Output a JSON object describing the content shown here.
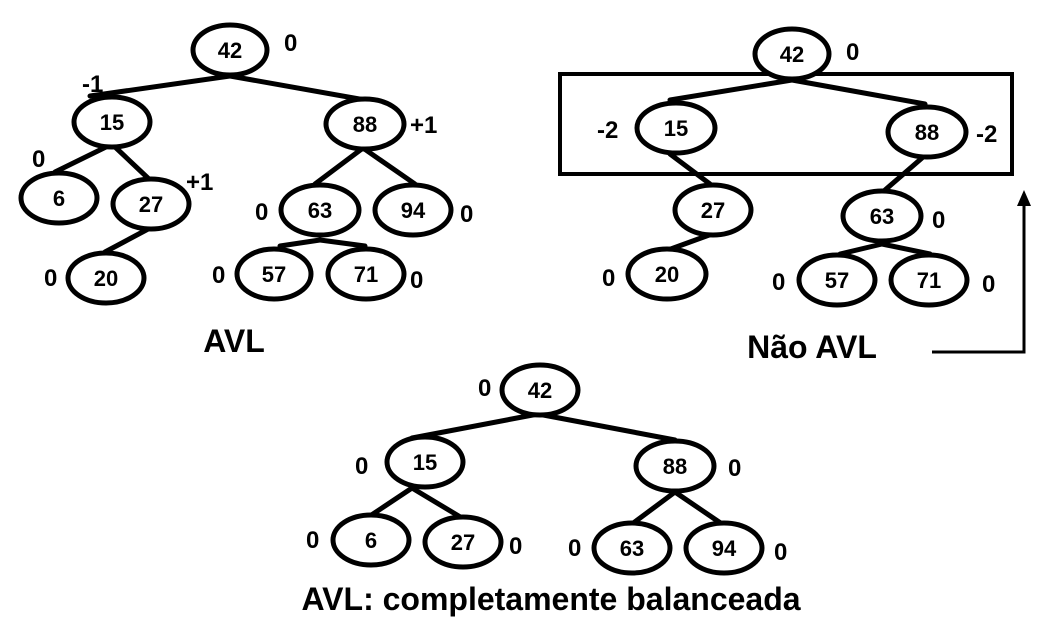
{
  "trees": [
    {
      "caption": "AVL",
      "nodes": [
        {
          "id": "t1-42",
          "key": "42",
          "balance": "0"
        },
        {
          "id": "t1-15",
          "key": "15",
          "balance": "-1"
        },
        {
          "id": "t1-88",
          "key": "88",
          "balance": "+1"
        },
        {
          "id": "t1-6",
          "key": "6",
          "balance": "0"
        },
        {
          "id": "t1-27",
          "key": "27",
          "balance": "+1"
        },
        {
          "id": "t1-63",
          "key": "63",
          "balance": "0"
        },
        {
          "id": "t1-94",
          "key": "94",
          "balance": "0"
        },
        {
          "id": "t1-20",
          "key": "20",
          "balance": "0"
        },
        {
          "id": "t1-57",
          "key": "57",
          "balance": "0"
        },
        {
          "id": "t1-71",
          "key": "71",
          "balance": "0"
        }
      ]
    },
    {
      "caption": "Não AVL",
      "nodes": [
        {
          "id": "t2-42",
          "key": "42",
          "balance": "0"
        },
        {
          "id": "t2-15",
          "key": "15",
          "balance": "-2"
        },
        {
          "id": "t2-88",
          "key": "88",
          "balance": "-2"
        },
        {
          "id": "t2-27",
          "key": "27",
          "balance": ""
        },
        {
          "id": "t2-63",
          "key": "63",
          "balance": "0"
        },
        {
          "id": "t2-20",
          "key": "20",
          "balance": "0"
        },
        {
          "id": "t2-57",
          "key": "57",
          "balance": "0"
        },
        {
          "id": "t2-71",
          "key": "71",
          "balance": "0"
        }
      ]
    },
    {
      "caption": "AVL: completamente balanceada",
      "nodes": [
        {
          "id": "t3-42",
          "key": "42",
          "balance": "0"
        },
        {
          "id": "t3-15",
          "key": "15",
          "balance": "0"
        },
        {
          "id": "t3-88",
          "key": "88",
          "balance": "0"
        },
        {
          "id": "t3-6",
          "key": "6",
          "balance": "0"
        },
        {
          "id": "t3-27",
          "key": "27",
          "balance": "0"
        },
        {
          "id": "t3-63",
          "key": "63",
          "balance": "0"
        },
        {
          "id": "t3-94",
          "key": "94",
          "balance": "0"
        }
      ]
    }
  ]
}
